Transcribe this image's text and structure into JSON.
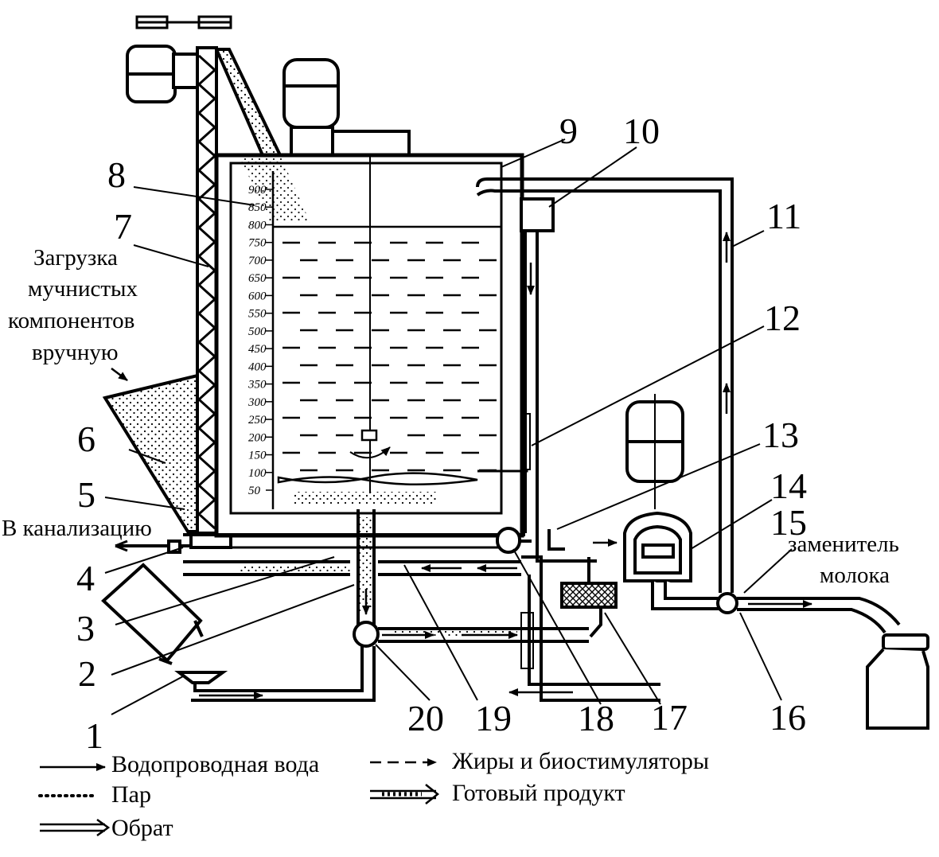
{
  "numbers": {
    "n1": "1",
    "n2": "2",
    "n3": "3",
    "n4": "4",
    "n5": "5",
    "n6": "6",
    "n7": "7",
    "n8": "8",
    "n9": "9",
    "n10": "10",
    "n11": "11",
    "n12": "12",
    "n13": "13",
    "n14": "14",
    "n15": "15",
    "n16": "16",
    "n17": "17",
    "n18": "18",
    "n19": "19",
    "n20": "20"
  },
  "labels": {
    "loading": [
      "Загрузка",
      "мучнистых",
      "компонентов",
      "вручную"
    ],
    "drain": "В канализацию",
    "replacer": [
      "заменитель",
      "молока"
    ]
  },
  "scale_ticks": [
    "900",
    "850",
    "800",
    "750",
    "700",
    "650",
    "600",
    "550",
    "500",
    "450",
    "400",
    "350",
    "300",
    "250",
    "200",
    "150",
    "100",
    "50"
  ],
  "legend": {
    "tap_water": "Водопроводная вода",
    "steam": "Пар",
    "skim_milk": "Обрат",
    "fats": "Жиры и биостимуляторы",
    "product": "Готовый продукт"
  }
}
